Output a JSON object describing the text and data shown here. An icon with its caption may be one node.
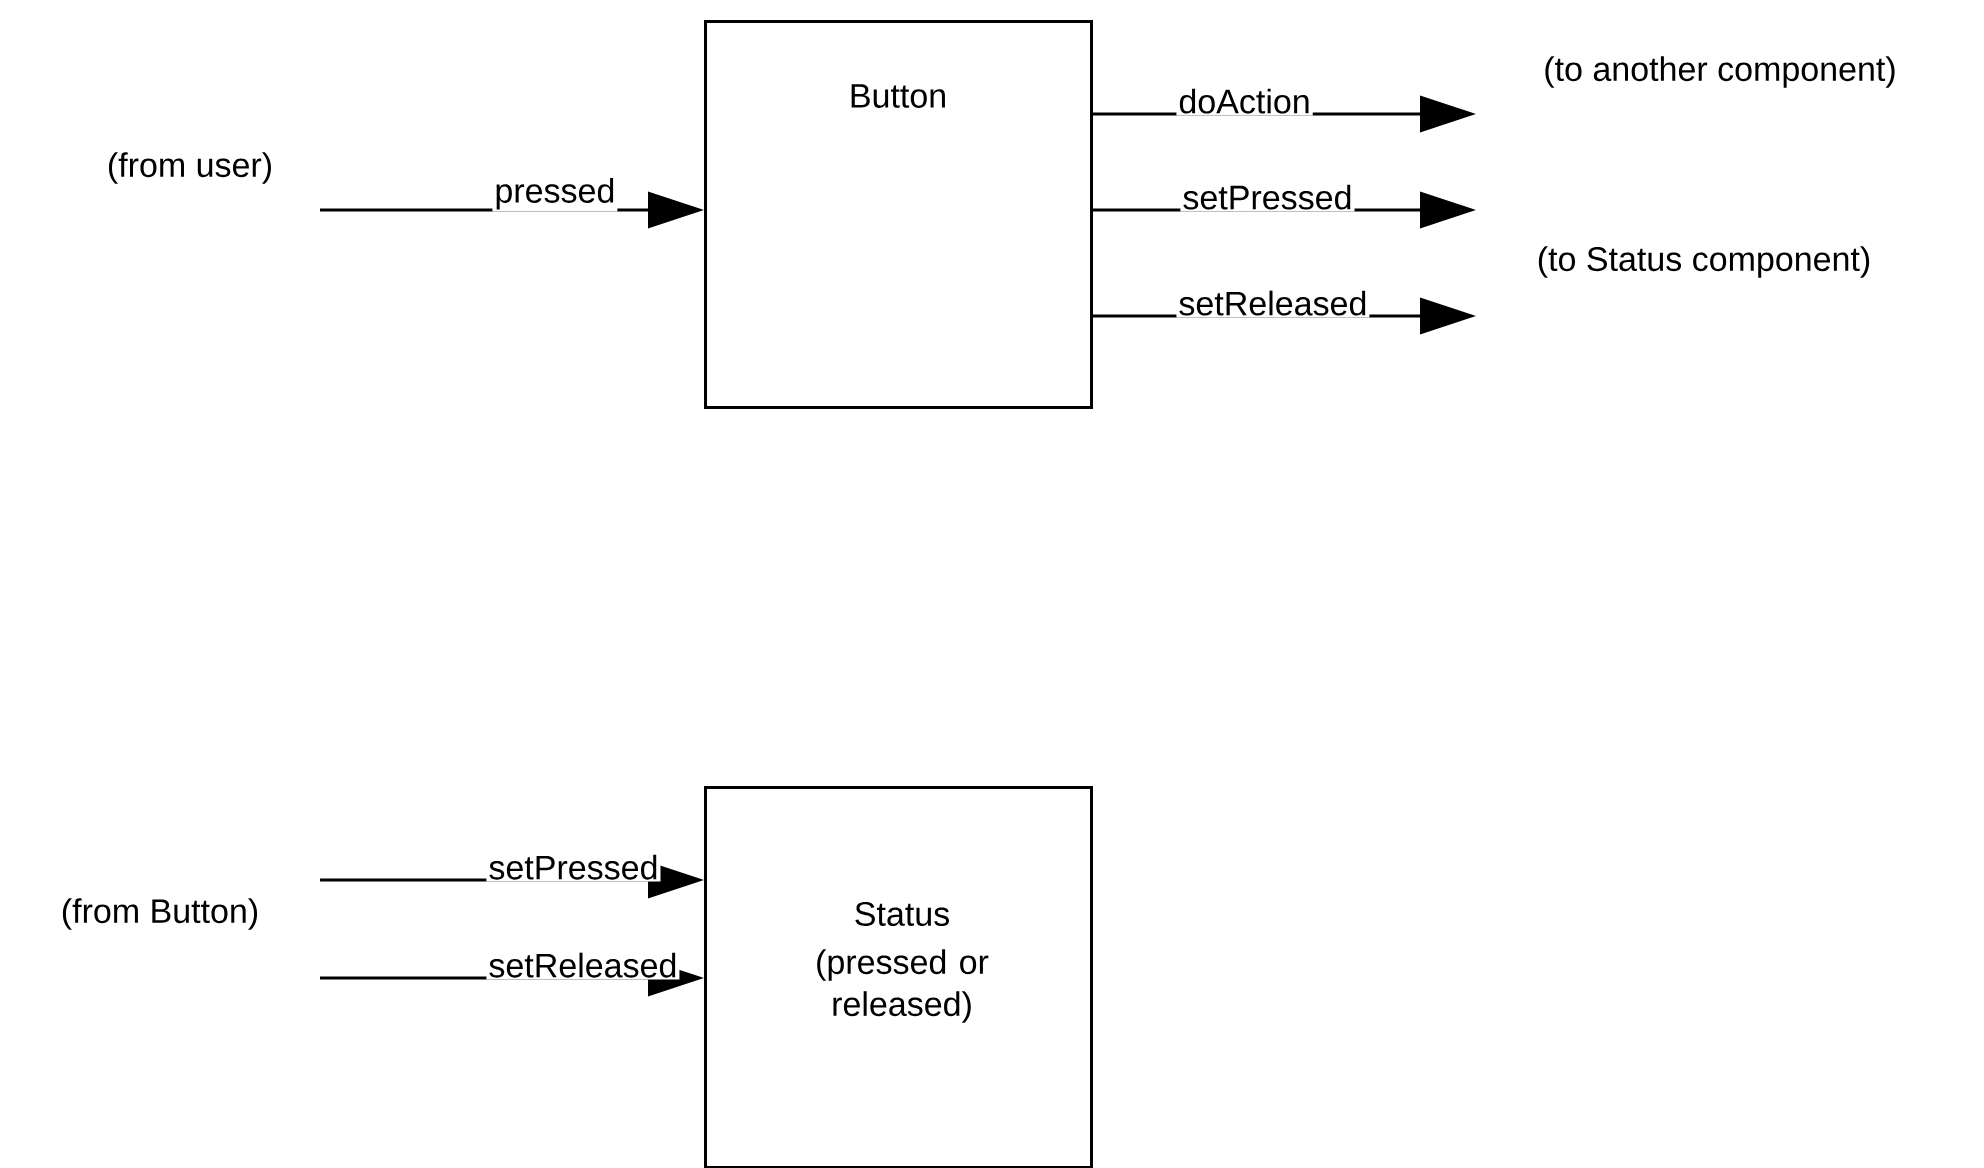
{
  "diagram": {
    "nodes": [
      {
        "text": [
          "Button"
        ]
      },
      {
        "text": [
          "Status",
          "(pressed or released)"
        ]
      }
    ],
    "edges": [
      {
        "from": null,
        "to": 0,
        "arrow": "to",
        "label": "pressed"
      },
      {
        "from": 0,
        "to": null,
        "arrow": "to",
        "label": "doAction"
      },
      {
        "from": 0,
        "to": null,
        "arrow": "to",
        "label": "setPressed"
      },
      {
        "from": 0,
        "to": null,
        "arrow": "to",
        "label": "setReleased"
      },
      {
        "from": null,
        "to": 1,
        "arrow": "to",
        "label": "setPressed"
      },
      {
        "from": null,
        "to": 1,
        "arrow": "to",
        "label": "setReleased"
      }
    ],
    "labels": [
      "(to another component)",
      "(from user)",
      "(to Status component)",
      "(from Button)"
    ]
  }
}
